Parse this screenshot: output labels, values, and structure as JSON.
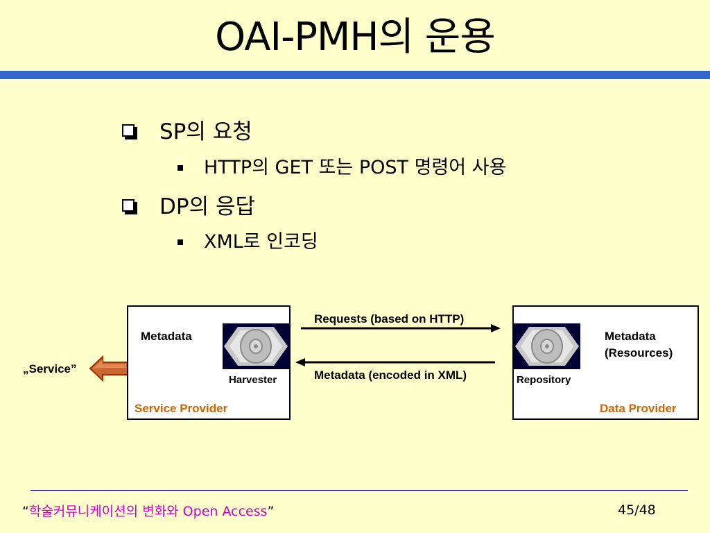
{
  "title": "OAI-PMH의 운용",
  "bullets": [
    {
      "label": "SP의 요청",
      "sub": "HTTP의 GET 또는 POST 명령어 사용"
    },
    {
      "label": "DP의 응답",
      "sub": "XML로 인코딩"
    }
  ],
  "diagram": {
    "service_label": "„Service”",
    "sp": {
      "metadata": "Metadata",
      "component": "Harvester",
      "name": "Service Provider"
    },
    "dp": {
      "metadata_line1": "Metadata",
      "metadata_line2": "(Resources)",
      "component": "Repository",
      "name": "Data Provider"
    },
    "request_label": "Requests (based on HTTP)",
    "response_label": "Metadata (encoded in XML)",
    "colors": {
      "provider_name": "#CC6600",
      "service_arrow": "#CC6633",
      "icon_bg": "#000033"
    },
    "icons": [
      "disc-icon",
      "arrow-right-icon",
      "arrow-left-icon",
      "block-arrow-left-icon"
    ]
  },
  "footer": {
    "quote_open": "“",
    "text": "학술커뮤니케이션의 변화와 Open Access",
    "quote_close": "”",
    "page": "45/48"
  }
}
